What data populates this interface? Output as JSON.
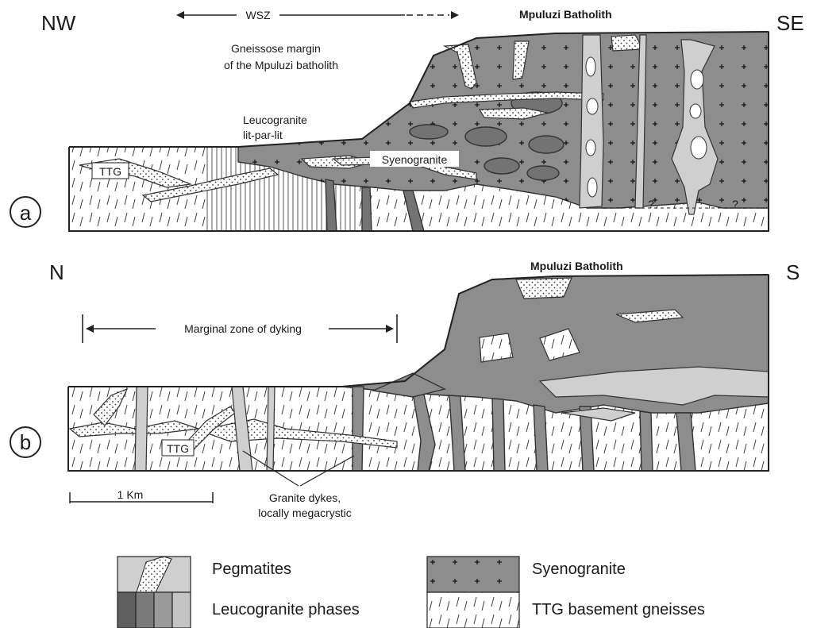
{
  "section_a": {
    "badge": "a",
    "left_dir": "NW",
    "right_dir": "SE",
    "wsz_label": "WSZ",
    "batholith_title": "Mpuluzi Batholith",
    "gneissose_line1": "Gneissose margin",
    "gneissose_line2": "of the Mpuluzi batholith",
    "leuco_line1": "Leucogranite",
    "leuco_line2": "lit-par-lit",
    "syeno_label": "Syenogranite",
    "ttg_label": "TTG",
    "question1": "?",
    "question2": "?"
  },
  "section_b": {
    "badge": "b",
    "left_dir": "N",
    "right_dir": "S",
    "batholith_title": "Mpuluzi Batholith",
    "marginal_label": "Marginal zone of dyking",
    "ttg_label": "TTG",
    "dykes_line1": "Granite dykes,",
    "dykes_line2": "locally megacrystic"
  },
  "scale_bar": {
    "label": "1 Km"
  },
  "legend": {
    "items": [
      {
        "label": "Pegmatites"
      },
      {
        "label": "Leucogranite phases"
      },
      {
        "label": "Syenogranite"
      },
      {
        "label": "TTG basement gneisses"
      }
    ]
  },
  "colors": {
    "syenogranite": "#8d8d8d",
    "leucogranite_dark": "#737373",
    "leucogranite_light": "#cfcfcf",
    "ttg_background": "#ffffff"
  }
}
